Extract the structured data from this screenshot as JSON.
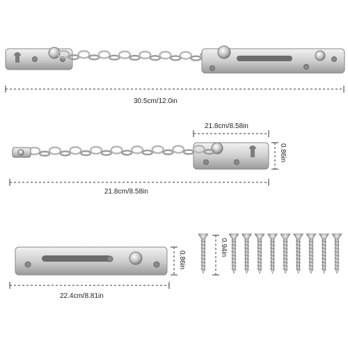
{
  "dimensions": {
    "overall_length": "30.5cm/12.0in",
    "chain_plate_width": "21.8cm/8.58in",
    "chain_plate_height": "0.86in",
    "chain_length": "21.8cm/8.58in",
    "slot_plate_length": "22.4cm/8.81in",
    "slot_plate_height": "0.86in",
    "screw_length": "0.94in"
  },
  "screws": {
    "count": 10
  },
  "colors": {
    "metal_light": "#e4e4e4",
    "metal_mid": "#b8b8b8",
    "metal_dark": "#7a7a7a",
    "dimension_line": "#333333"
  }
}
